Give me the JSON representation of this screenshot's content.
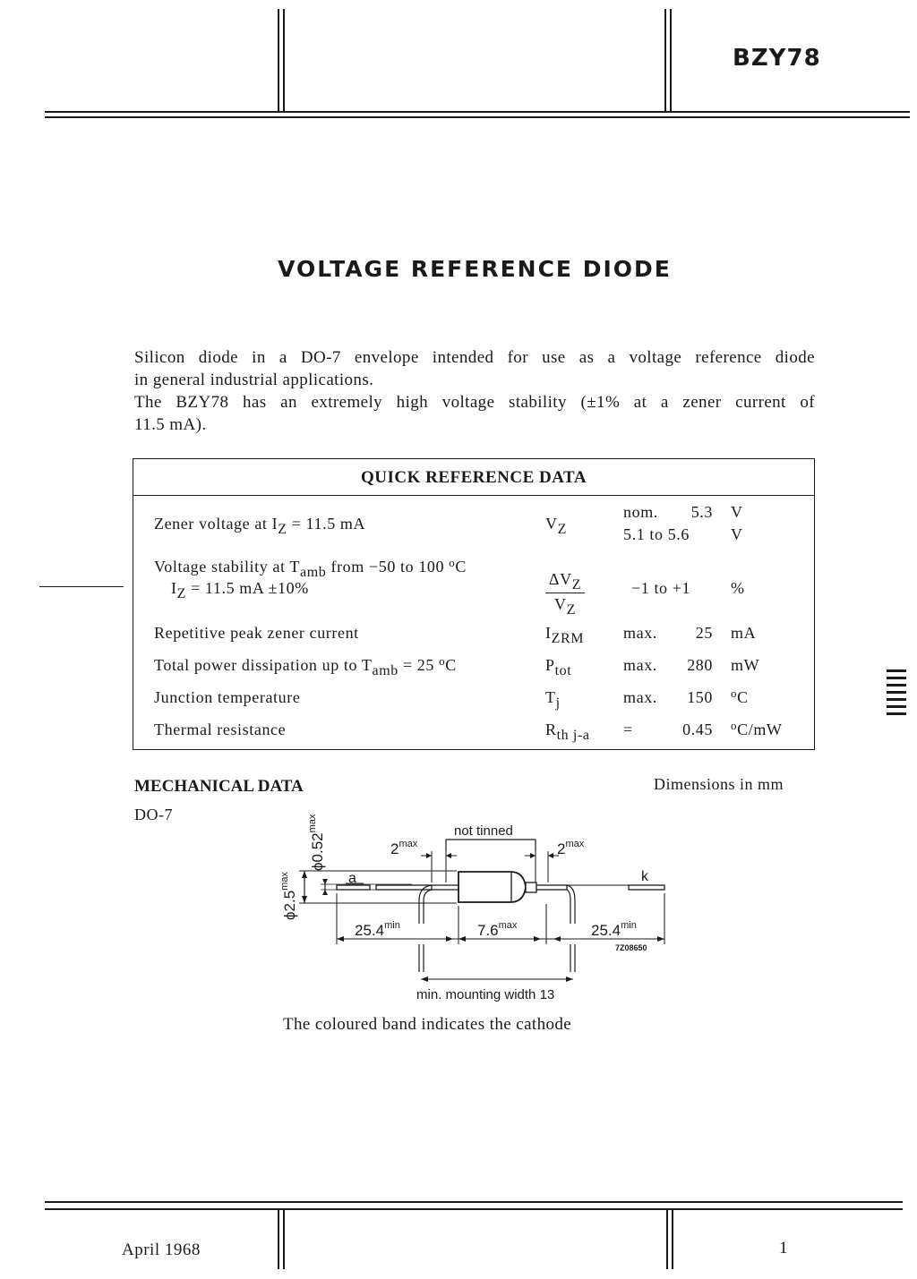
{
  "header": {
    "part_number": "BZY78"
  },
  "title": "VOLTAGE REFERENCE DIODE",
  "intro": {
    "line1": "Silicon diode in a DO-7 envelope intended for use as a voltage reference diode",
    "line2": "in general industrial applications.",
    "line3": "The BZY78 has an extremely high voltage stability (±1% at a zener current of",
    "line4": "11.5 mA)."
  },
  "quick_reference": {
    "heading": "QUICK REFERENCE DATA",
    "rows": [
      {
        "desc_pre": "Zener voltage at I",
        "desc_sub": "Z",
        "desc_post": " = 11.5 mA",
        "sym": "V",
        "sym_sub": "Z",
        "qual1": "nom.",
        "val1": "5.3",
        "unit1": "V",
        "range": "5.1 to 5.6",
        "unit2": "V"
      },
      {
        "desc_pre": "Voltage stability at T",
        "desc_sub": "amb",
        "desc_post": " from −50 to 100 ",
        "desc_sup": "o",
        "desc_end": "C",
        "line2_pre": "I",
        "line2_sub": "Z",
        "line2_post": " = 11.5 mA ±10%",
        "sym_num": "ΔV",
        "sym_num_sub": "Z",
        "sym_den": "V",
        "sym_den_sub": "Z",
        "range": "−1 to +1",
        "unit": "%"
      },
      {
        "desc": "Repetitive peak zener current",
        "sym": "I",
        "sym_sub": "ZRM",
        "qual": "max.",
        "val": "25",
        "unit": "mA"
      },
      {
        "desc_pre": "Total power dissipation up to T",
        "desc_sub": "amb",
        "desc_post": " = 25 ",
        "desc_sup": "o",
        "desc_end": "C",
        "sym": "P",
        "sym_sub": "tot",
        "qual": "max.",
        "val": "280",
        "unit": "mW"
      },
      {
        "desc": "Junction temperature",
        "sym": "T",
        "sym_sub": "j",
        "qual": "max.",
        "val": "150",
        "unit_sup": "o",
        "unit": "C"
      },
      {
        "desc": "Thermal resistance",
        "sym": "R",
        "sym_sub": "th j-a",
        "qual": "=",
        "val": "0.45",
        "unit_sup": "o",
        "unit": "C/mW"
      }
    ]
  },
  "mechanical": {
    "heading": "MECHANICAL DATA",
    "dimensions_note": "Dimensions in mm",
    "package": "DO-7",
    "drawing": {
      "lead_diameter": "ϕ0.52",
      "body_diameter": "ϕ2.5",
      "max_label": "max",
      "min_label": "min",
      "not_tinned": "not tinned",
      "tinned_length": "2",
      "lead_length": "25.4",
      "body_length": "7.6",
      "anode_label": "a",
      "cathode_label": "k",
      "drawing_code": "7Z08650",
      "mounting_width": "min. mounting width 13"
    },
    "caption": "The coloured band indicates the cathode"
  },
  "footer": {
    "date": "April 1968",
    "page": "1"
  }
}
